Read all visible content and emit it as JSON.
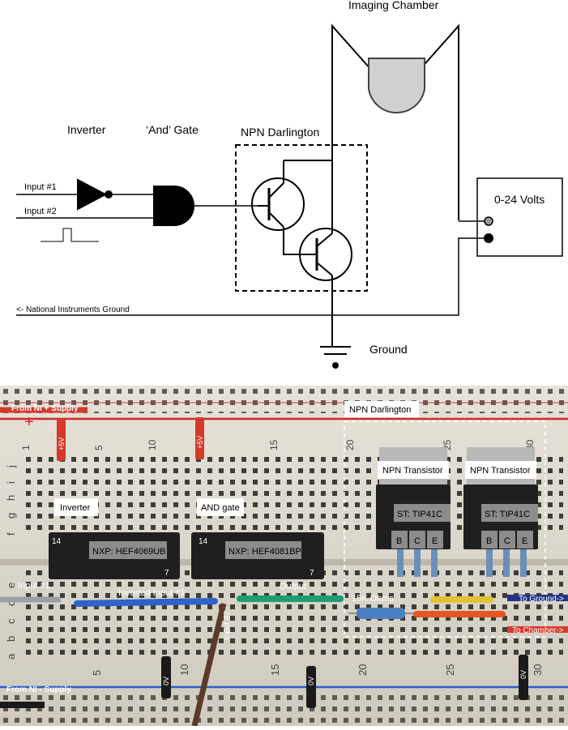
{
  "schematic": {
    "imaging_chamber": "Imaging Chamber",
    "inverter": "Inverter",
    "and_gate": "‘And’ Gate",
    "npn_darlington": "NPN Darlington",
    "input1": "Input #1",
    "input2": "Input #2",
    "supply": "0-24 Volts",
    "ni_ground": "<- National Instruments Ground",
    "ground": "Ground"
  },
  "breadboard": {
    "npn_darlington": "NPN Darlington",
    "from_ni_plus": "From NI + Supply",
    "from_ni_minus": "From NI - Supply",
    "plus5v_1": "+5V",
    "plus5v_2": "+5V",
    "col_numbers_top": [
      "1",
      "5",
      "10",
      "15",
      "20",
      "25",
      "30"
    ],
    "col_numbers_bottom": [
      "5",
      "10",
      "15",
      "20",
      "25",
      "30"
    ],
    "row_letters": [
      "j",
      "i",
      "h",
      "g",
      "f",
      "e",
      "d",
      "c",
      "b",
      "a"
    ],
    "inverter_label": "Inverter",
    "and_gate_label": "AND gate",
    "chip1_label": "NXP: HEF4069UB",
    "chip2_label": "NXP: HEF4081BP",
    "chip1_pin14": "14",
    "chip1_pin7": "7",
    "chip2_pin14": "14",
    "chip2_pin7": "7",
    "transistor1_label": "NPN Transistor",
    "transistor2_label": "NPN Transistor",
    "transistor1_part": "ST: TIP41C",
    "transistor2_part": "ST: TIP41C",
    "pins": [
      "B",
      "C",
      "E"
    ],
    "input1": "Input #1",
    "inverted_input1": "Inverted Input #1",
    "output": "Output",
    "input2": "Input #2",
    "resistor": "15K Ohms",
    "to_ground": "To Ground->",
    "to_chamber": "To Chamber->",
    "zero_v_1": "0V",
    "zero_v_2": "0V",
    "zero_v_3": "0V"
  }
}
